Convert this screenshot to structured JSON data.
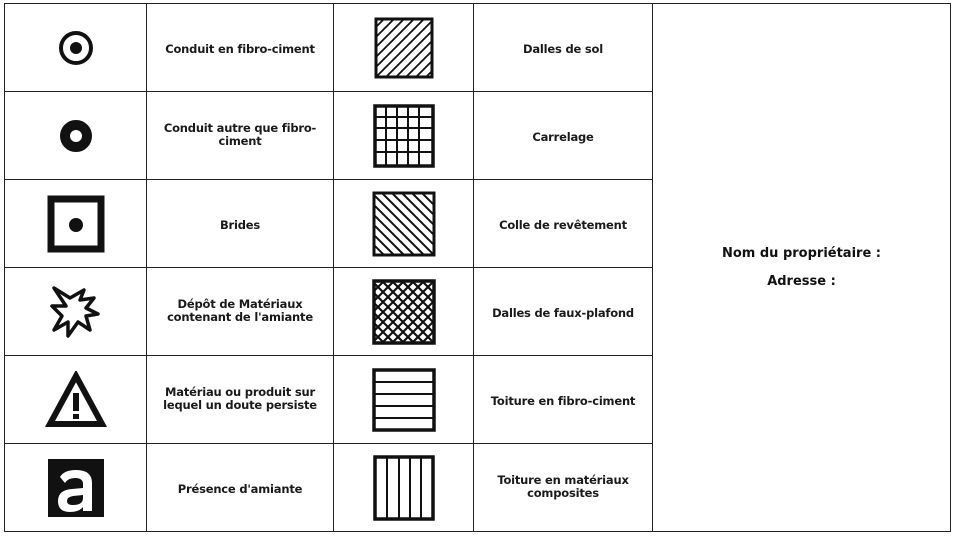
{
  "legend": {
    "rows": [
      {
        "left": {
          "icon": "concentric-circle-icon",
          "label": "Conduit en fibro-ciment"
        },
        "right": {
          "icon": "diagonal-hatch-forward-icon",
          "label": "Dalles de sol"
        }
      },
      {
        "left": {
          "icon": "thick-ring-icon",
          "label": "Conduit autre que fibro-ciment"
        },
        "right": {
          "icon": "grid-hatch-icon",
          "label": "Carrelage"
        }
      },
      {
        "left": {
          "icon": "square-with-dot-icon",
          "label": "Brides"
        },
        "right": {
          "icon": "diagonal-hatch-backward-icon",
          "label": "Colle de revêtement"
        }
      },
      {
        "left": {
          "icon": "irregular-star-icon",
          "label": "Dépôt de Matériaux contenant de l'amiante"
        },
        "right": {
          "icon": "crosshatch-diamond-icon",
          "label": "Dalles de faux-plafond"
        }
      },
      {
        "left": {
          "icon": "warning-triangle-icon",
          "label": "Matériau ou produit sur lequel un doute persiste"
        },
        "right": {
          "icon": "horizontal-lines-icon",
          "label": "Toiture en fibro-ciment"
        }
      },
      {
        "left": {
          "icon": "letter-a-square-icon",
          "glyph": "a",
          "label": "Présence d'amiante"
        },
        "right": {
          "icon": "vertical-lines-icon",
          "label": "Toiture en matériaux composites"
        }
      }
    ]
  },
  "owner": {
    "name_label": "Nom du propriétaire :",
    "address_label": "Adresse :"
  },
  "colors": {
    "ink": "#111111",
    "background": "#ffffff"
  }
}
